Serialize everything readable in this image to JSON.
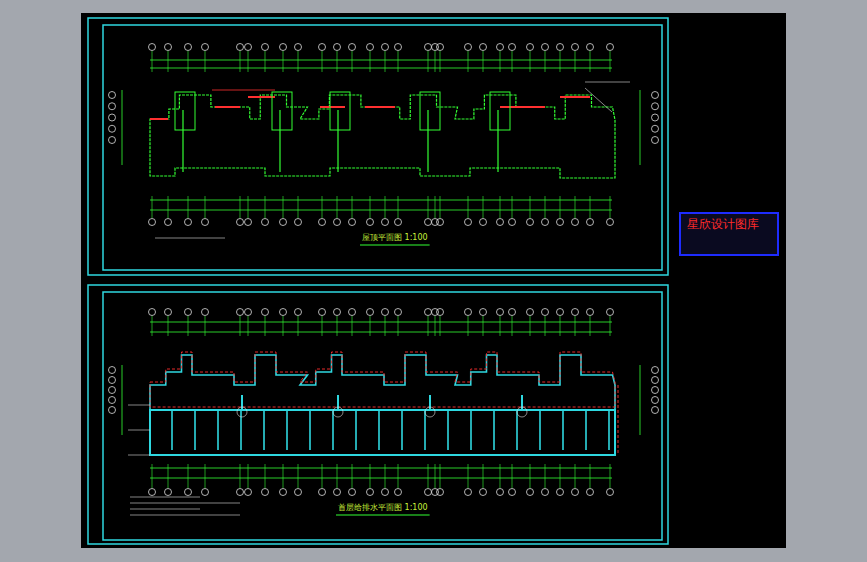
{
  "diagram": {
    "nodes": [
      {
        "text": [
          "星欣设计图库"
        ]
      }
    ],
    "labels": [
      "屋顶平面图 1:100",
      "首层给排水平面图 1:100"
    ]
  }
}
